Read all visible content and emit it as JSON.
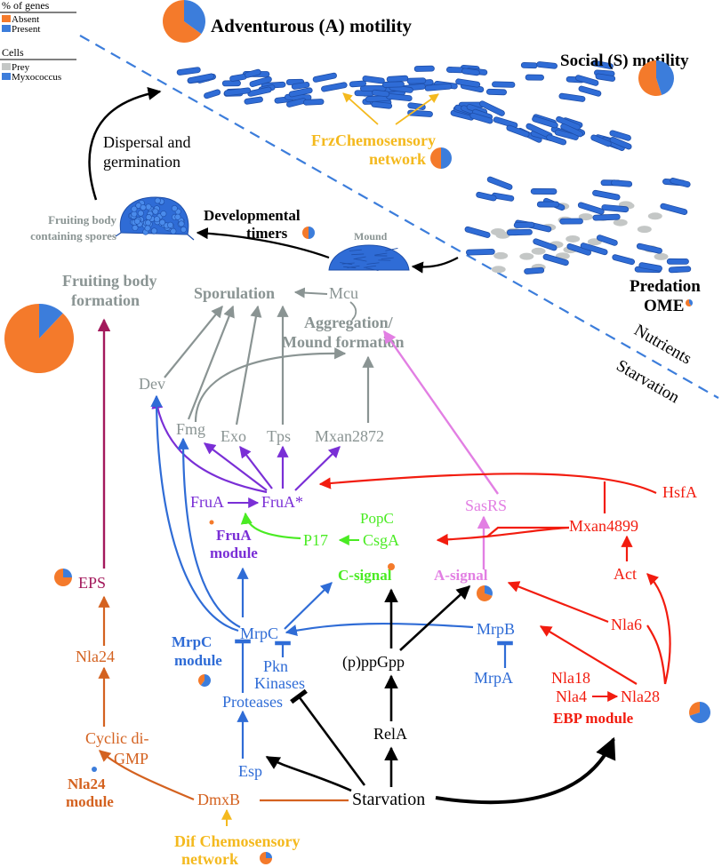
{
  "legend": {
    "genes_title": "% of genes",
    "absent": "Absent",
    "present": "Present",
    "cells_title": "Cells",
    "prey": "Prey",
    "myxococcus": "Myxococcus"
  },
  "colors": {
    "absent": "#F47A2B",
    "present": "#3C7DDB",
    "prey": "#C4C7C6",
    "cell_blue": "#2F6CD6",
    "gray": "#8A9493",
    "blue": "#2F6CD6",
    "purple": "#7A2FD6",
    "green": "#4AEB23",
    "pink": "#E27FE3",
    "red": "#F21C0F",
    "orange": "#D46220",
    "yellow": "#F4B91E",
    "maroon": "#A3195C",
    "black": "#000000"
  },
  "labels": {
    "a_motility": "Adventurous (A) motility",
    "s_motility": "Social (S) motility",
    "frz_line1": "FrzChemosensory",
    "frz_line2": "network",
    "dispersal_line1": "Dispersal and",
    "dispersal_line2": "germination",
    "fb_spores_line1": "Fruiting body",
    "fb_spores_line2": "containing spores",
    "dev_timers_line1": "Developmental",
    "dev_timers_line2": "timers",
    "mound": "Mound",
    "predation_line1": "Predation",
    "predation_line2": "OME",
    "fb_formation_line1": "Fruiting body",
    "fb_formation_line2": "formation",
    "sporulation": "Sporulation",
    "mcu": "Mcu",
    "aggregation_line1": "Aggregation/",
    "aggregation_line2": "Mound formation",
    "nutrients": "Nutrients",
    "starvation_diag": "Starvation",
    "dev": "Dev",
    "fmg": "Fmg",
    "exo": "Exo",
    "tps": "Tps",
    "mxan2872": "Mxan2872",
    "frua": "FruA",
    "frua_star": "FruA*",
    "frua_module_line1": "FruA",
    "frua_module_line2": "module",
    "hsfa": "HsfA",
    "mxan4899": "Mxan4899",
    "sasrs": "SasRS",
    "popc": "PopC",
    "p17": "P17",
    "csga": "CsgA",
    "c_signal": "C-signal",
    "a_signal": "A-signal",
    "act": "Act",
    "eps": "EPS",
    "mrpc": "MrpC",
    "mrpb": "MrpB",
    "mrpa": "MrpA",
    "nla6": "Nla6",
    "mrpc_module_line1": "MrpC",
    "mrpc_module_line2": "module",
    "pkn": "Pkn",
    "kinases": "Kinases",
    "ppgpp": "(p)ppGpp",
    "proteases": "Proteases",
    "nla24": "Nla24",
    "nla18": "Nla18",
    "nla4": "Nla4",
    "nla28": "Nla28",
    "ebp_module": "EBP module",
    "relA": "RelA",
    "cyclic_line1": "Cyclic di-",
    "cyclic_line2": "GMP",
    "esp": "Esp",
    "nla24_module_line1": "Nla24",
    "nla24_module_line2": "module",
    "dmxb": "DmxB",
    "starvation": "Starvation",
    "dif_line1": "Dif Chemosensory",
    "dif_line2": "network"
  },
  "pies": [
    {
      "id": "legend-a-motility",
      "present_pct": 35
    },
    {
      "id": "s-motility",
      "present_pct": 45
    },
    {
      "id": "frz",
      "present_pct": 50
    },
    {
      "id": "dev-timers",
      "present_pct": 50
    },
    {
      "id": "predation",
      "present_pct": 40
    },
    {
      "id": "fruiting-body",
      "present_pct": 12
    },
    {
      "id": "frua-module",
      "present_pct": 0
    },
    {
      "id": "c-signal",
      "present_pct": 0
    },
    {
      "id": "a-signal",
      "present_pct": 30
    },
    {
      "id": "eps",
      "present_pct": 25
    },
    {
      "id": "mrpc-module",
      "present_pct": 60
    },
    {
      "id": "ebp-module",
      "present_pct": 70
    },
    {
      "id": "nla24-module",
      "present_pct": 100
    },
    {
      "id": "dif",
      "present_pct": 25
    }
  ]
}
